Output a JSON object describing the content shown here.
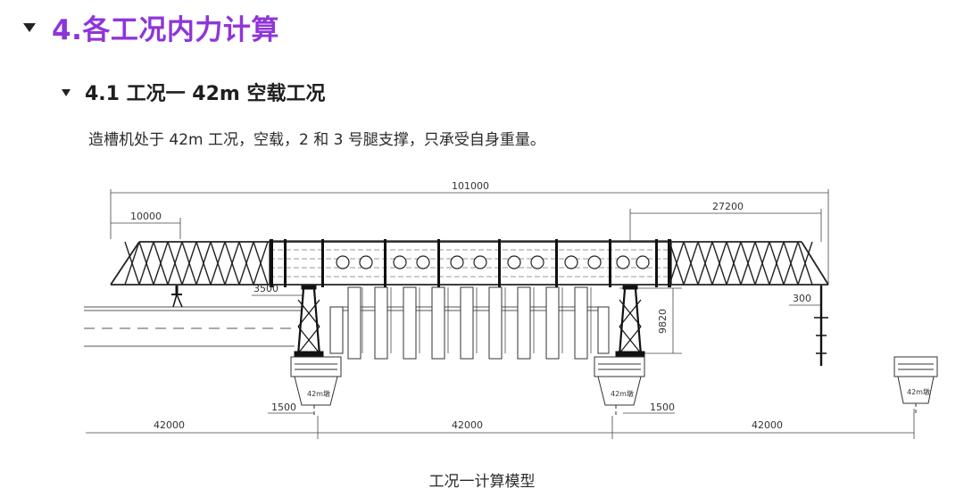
{
  "section": {
    "title": "4.各工况内力计算",
    "subsection": {
      "title": "4.1 工况一 42m 空载工况",
      "description": "造槽机处于 42m 工况，空载，2 和 3 号腿支撑，只承受自身重量。"
    }
  },
  "figure": {
    "dimensions": {
      "total": "101000",
      "left": "10000",
      "right": "27200",
      "offset_left": "3500",
      "offset_right": "300",
      "height": "9820",
      "pier_left": "1500",
      "pier_right": "1500",
      "span1": "42000",
      "span2": "42000",
      "span3": "42000"
    },
    "pier_label": "42m墩",
    "caption": "工况一计算模型"
  }
}
